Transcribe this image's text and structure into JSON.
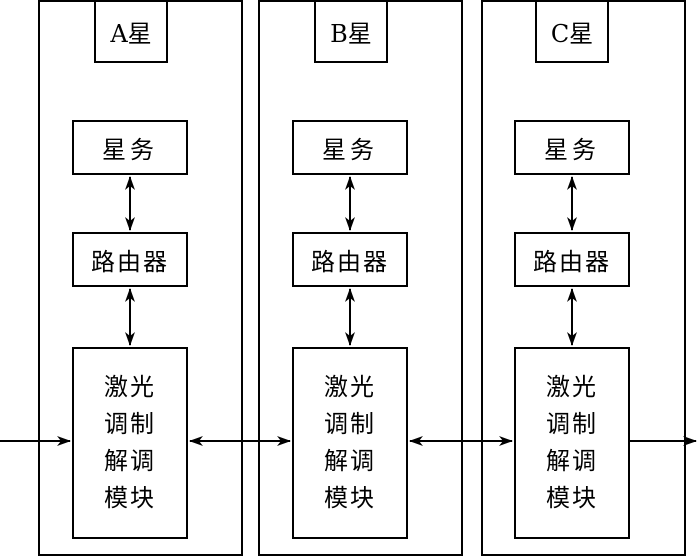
{
  "satellites": [
    {
      "label": "A星",
      "service": "星务",
      "router": "路由器",
      "modem_lines": [
        "激光",
        "调制",
        "解调",
        "模块"
      ]
    },
    {
      "label": "B星",
      "service": "星务",
      "router": "路由器",
      "modem_lines": [
        "激光",
        "调制",
        "解调",
        "模块"
      ]
    },
    {
      "label": "C星",
      "service": "星务",
      "router": "路由器",
      "modem_lines": [
        "激光",
        "调制",
        "解调",
        "模块"
      ]
    }
  ]
}
